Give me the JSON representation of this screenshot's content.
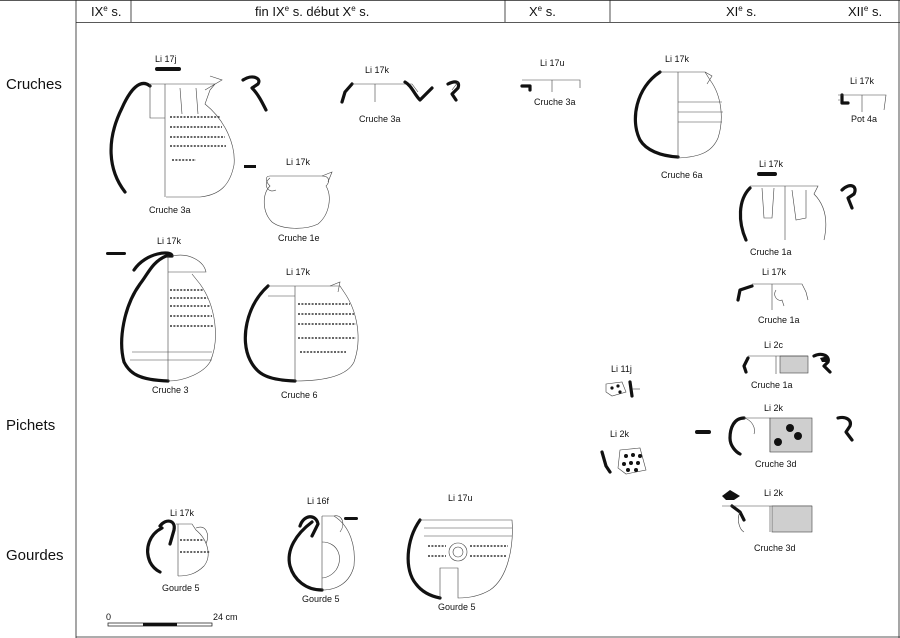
{
  "periods": [
    {
      "main": "IX",
      "sup": "e",
      "tail": " s."
    },
    {
      "main": "fin IX",
      "sup": "e",
      "tail": " s. début X",
      "sup2": "e",
      "tail2": " s."
    },
    {
      "main": "X",
      "sup": "e",
      "tail": " s."
    },
    {
      "main": "XI",
      "sup": "e",
      "tail": " s."
    },
    {
      "main": "XII",
      "sup": "e",
      "tail": " s."
    }
  ],
  "rows": [
    "Cruches",
    "Pichets",
    "Gourdes"
  ],
  "vessels": [
    {
      "id": "v1",
      "sample": "Li 17j",
      "caption": "Cruche 3a"
    },
    {
      "id": "v2",
      "sample": "Li 17k",
      "caption": "Cruche 3a"
    },
    {
      "id": "v3",
      "sample": "Li 17u",
      "caption": "Cruche 3a"
    },
    {
      "id": "v4",
      "sample": "Li 17k",
      "caption": "Cruche 6a"
    },
    {
      "id": "v5",
      "sample": "Li 17k",
      "caption": "Pot 4a"
    },
    {
      "id": "v6",
      "sample": "Li 17k",
      "caption": "Cruche 1e"
    },
    {
      "id": "v7",
      "sample": "Li 17k",
      "caption": "Cruche 1a"
    },
    {
      "id": "v8",
      "sample": "Li 17k",
      "caption": "Cruche 3"
    },
    {
      "id": "v9",
      "sample": "Li 17k",
      "caption": "Cruche 6"
    },
    {
      "id": "v10",
      "sample": "Li 17k",
      "caption": "Cruche 1a"
    },
    {
      "id": "v11",
      "sample": "Li 2c",
      "caption": "Cruche 1a"
    },
    {
      "id": "v12",
      "sample": "Li 11j",
      "caption": ""
    },
    {
      "id": "v13",
      "sample": "Li 2k",
      "caption": ""
    },
    {
      "id": "v14",
      "sample": "Li 2k",
      "caption": "Cruche 3d"
    },
    {
      "id": "v15",
      "sample": "Li 2k",
      "caption": "Cruche 3d"
    },
    {
      "id": "v16",
      "sample": "Li 17k",
      "caption": "Gourde 5"
    },
    {
      "id": "v17",
      "sample": "Li 16f",
      "caption": "Gourde 5"
    },
    {
      "id": "v18",
      "sample": "Li 17u",
      "caption": "Gourde 5"
    }
  ],
  "scale": {
    "start": "0",
    "end": "24 cm"
  }
}
